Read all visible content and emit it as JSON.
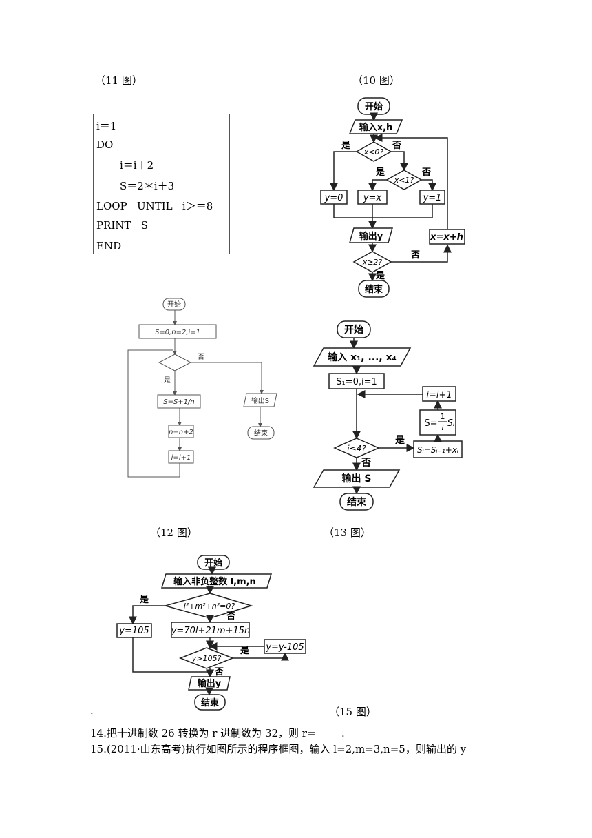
{
  "captions": {
    "fig11": "（11 图）",
    "fig10": "（10 图）",
    "fig12": "（12 图）",
    "fig13": "（13 图）",
    "fig15": "（15 图）",
    "dot": "."
  },
  "program11": {
    "lines": [
      "i＝1",
      "DO",
      "i＝i＋2",
      "S＝2＊i＋3",
      "LOOP   UNTIL   i＞＝8",
      "PRINT   S",
      "END"
    ]
  },
  "fig10": {
    "start": "开始",
    "input": "输入x,h",
    "cond1": "x<0?",
    "cond2": "x<1?",
    "yes": "是",
    "no": "否",
    "y0": "y=0",
    "yx": "y=x",
    "y1": "y=1",
    "output": "输出y",
    "update": "x=x+h",
    "cond3": "x≥2?",
    "end": "结束"
  },
  "fig12": {
    "start": "开始",
    "init": "S=0,n=2,i=1",
    "no": "否",
    "yes": "是",
    "step1": "S=S+1/n",
    "output": "输出S",
    "end": "结束",
    "step2": "n=n+2",
    "step3": "i=i+1"
  },
  "fig13": {
    "start": "开始",
    "input": "输入 x₁, ..., x₄",
    "init": "S₁=0,i=1",
    "inc": "i=i+1",
    "assign_left": "S=",
    "frac_num": "1",
    "frac_den": "i",
    "assign_right": "Sᵢ",
    "cond": "i≤4?",
    "yes": "是",
    "no": "否",
    "sum": "Sᵢ=Sᵢ₋₁+xᵢ",
    "output": "输出 S",
    "end": "结束"
  },
  "fig15": {
    "start": "开始",
    "input": "输入非负整数 l,m,n",
    "cond1": "l²+m²+n²=0?",
    "yes": "是",
    "no": "否",
    "y105": "y=105",
    "ycalc": "y=70l+21m+15n",
    "cond2": "y>105?",
    "ysub": "y=y-105",
    "output": "输出y",
    "end": "结束"
  },
  "questions": {
    "q14": "14.把十进制数 26 转换为 r 进制数为 32，则 r=_____.",
    "q15": "15.(2011·山东高考)执行如图所示的程序框图，输入 l=2,m=3,n=5，则输出的 y"
  }
}
